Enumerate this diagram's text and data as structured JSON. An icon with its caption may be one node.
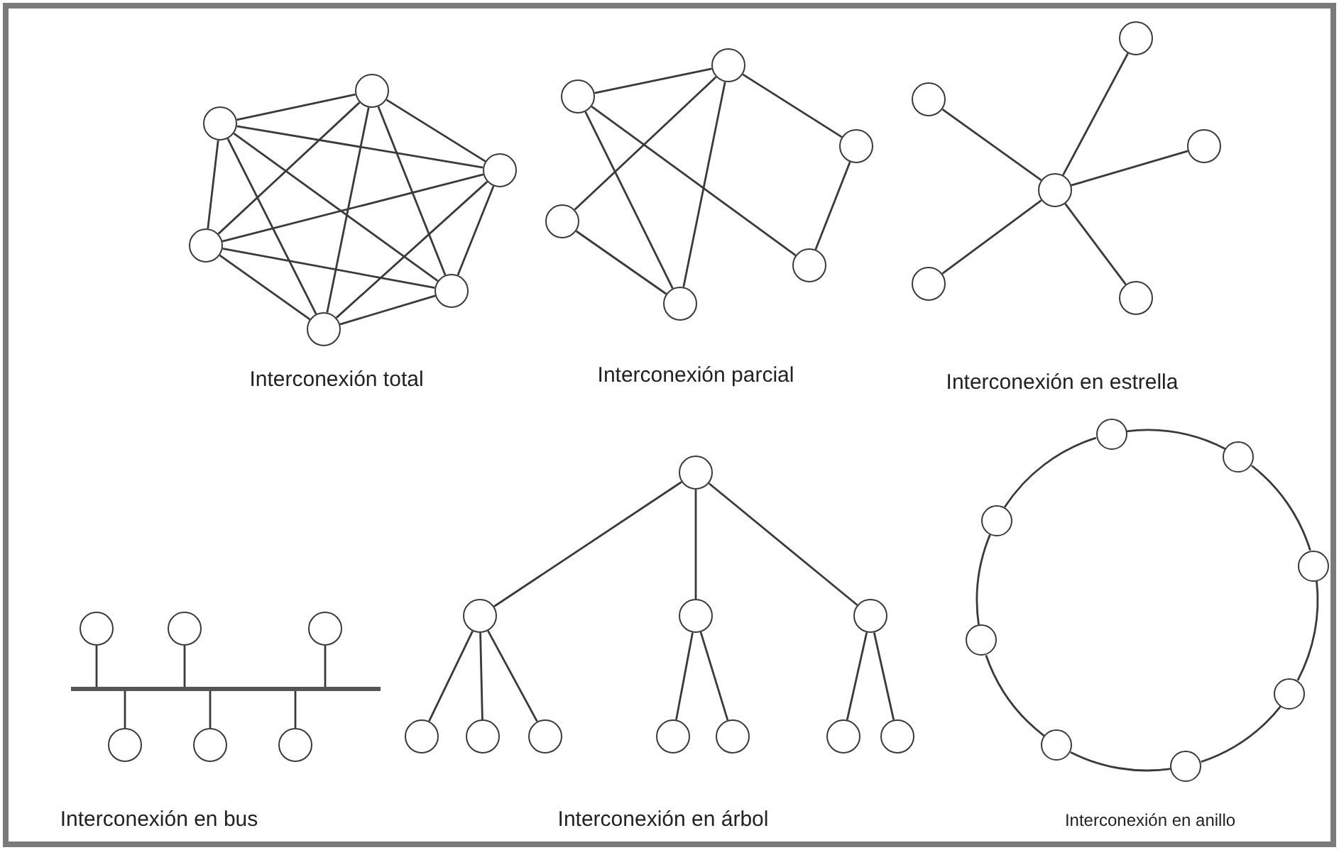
{
  "diagram": {
    "nodes": [
      {
        "text": [],
        "shape": "circle"
      },
      {
        "text": [],
        "shape": "circle"
      },
      {
        "text": [],
        "shape": "circle"
      },
      {
        "text": [],
        "shape": "circle"
      },
      {
        "text": [],
        "shape": "circle"
      },
      {
        "text": [],
        "shape": "circle"
      },
      {
        "text": [],
        "shape": "circle"
      },
      {
        "text": [],
        "shape": "circle"
      },
      {
        "text": [],
        "shape": "circle"
      },
      {
        "text": [],
        "shape": "circle"
      },
      {
        "text": [],
        "shape": "circle"
      },
      {
        "text": [],
        "shape": "circle"
      },
      {
        "text": [],
        "shape": "circle"
      },
      {
        "text": [],
        "shape": "circle"
      },
      {
        "text": [],
        "shape": "circle"
      },
      {
        "text": [],
        "shape": "circle"
      },
      {
        "text": [],
        "shape": "circle"
      },
      {
        "text": [],
        "shape": "circle"
      },
      {
        "text": [],
        "shape": "circle"
      },
      {
        "text": [],
        "shape": "circle"
      },
      {
        "text": [],
        "shape": "circle"
      },
      {
        "text": [],
        "shape": "bar"
      },
      {
        "text": [],
        "shape": "circle"
      },
      {
        "text": [],
        "shape": "circle"
      },
      {
        "text": [],
        "shape": "circle"
      },
      {
        "text": [],
        "shape": "circle"
      },
      {
        "text": [],
        "shape": "circle"
      },
      {
        "text": [],
        "shape": "circle"
      },
      {
        "text": [],
        "shape": "circle"
      },
      {
        "text": [],
        "shape": "circle"
      },
      {
        "text": [],
        "shape": "circle"
      },
      {
        "text": [],
        "shape": "circle"
      },
      {
        "text": [],
        "shape": "circle"
      },
      {
        "text": [],
        "shape": "circle"
      },
      {
        "text": [],
        "shape": "circle"
      },
      {
        "text": [],
        "shape": "circle"
      },
      {
        "text": [],
        "shape": "circle"
      },
      {
        "text": [],
        "shape": "circle"
      },
      {
        "text": [],
        "shape": "circle"
      },
      {
        "text": [],
        "shape": "circle"
      },
      {
        "text": [],
        "shape": "circle"
      },
      {
        "text": [],
        "shape": "circle"
      },
      {
        "text": [],
        "shape": "circle"
      },
      {
        "text": [],
        "shape": "circle"
      }
    ],
    "edges": [
      {
        "from": 0,
        "to": 1,
        "arrow": "none"
      },
      {
        "from": 0,
        "to": 2,
        "arrow": "none"
      },
      {
        "from": 0,
        "to": 3,
        "arrow": "none"
      },
      {
        "from": 0,
        "to": 4,
        "arrow": "none"
      },
      {
        "from": 0,
        "to": 5,
        "arrow": "none"
      },
      {
        "from": 1,
        "to": 2,
        "arrow": "none"
      },
      {
        "from": 1,
        "to": 3,
        "arrow": "none"
      },
      {
        "from": 1,
        "to": 4,
        "arrow": "none"
      },
      {
        "from": 1,
        "to": 5,
        "arrow": "none"
      },
      {
        "from": 2,
        "to": 3,
        "arrow": "none"
      },
      {
        "from": 2,
        "to": 4,
        "arrow": "none"
      },
      {
        "from": 2,
        "to": 5,
        "arrow": "none"
      },
      {
        "from": 3,
        "to": 4,
        "arrow": "none"
      },
      {
        "from": 3,
        "to": 5,
        "arrow": "none"
      },
      {
        "from": 4,
        "to": 5,
        "arrow": "none"
      },
      {
        "from": 6,
        "to": 7,
        "arrow": "none"
      },
      {
        "from": 7,
        "to": 8,
        "arrow": "none"
      },
      {
        "from": 8,
        "to": 10,
        "arrow": "none"
      },
      {
        "from": 6,
        "to": 11,
        "arrow": "none"
      },
      {
        "from": 6,
        "to": 10,
        "arrow": "none"
      },
      {
        "from": 7,
        "to": 9,
        "arrow": "none"
      },
      {
        "from": 7,
        "to": 11,
        "arrow": "none"
      },
      {
        "from": 9,
        "to": 11,
        "arrow": "none"
      },
      {
        "from": 15,
        "to": 12,
        "arrow": "none"
      },
      {
        "from": 15,
        "to": 13,
        "arrow": "none"
      },
      {
        "from": 15,
        "to": 14,
        "arrow": "none"
      },
      {
        "from": 15,
        "to": 16,
        "arrow": "none"
      },
      {
        "from": 15,
        "to": 17,
        "arrow": "none"
      },
      {
        "from": 18,
        "to": 21,
        "arrow": "none"
      },
      {
        "from": 19,
        "to": 21,
        "arrow": "none"
      },
      {
        "from": 20,
        "to": 21,
        "arrow": "none"
      },
      {
        "from": 22,
        "to": 21,
        "arrow": "none"
      },
      {
        "from": 23,
        "to": 21,
        "arrow": "none"
      },
      {
        "from": 24,
        "to": 21,
        "arrow": "none"
      },
      {
        "from": 25,
        "to": 26,
        "arrow": "none"
      },
      {
        "from": 25,
        "to": 27,
        "arrow": "none"
      },
      {
        "from": 25,
        "to": 28,
        "arrow": "none"
      },
      {
        "from": 26,
        "to": 29,
        "arrow": "none"
      },
      {
        "from": 26,
        "to": 30,
        "arrow": "none"
      },
      {
        "from": 26,
        "to": 31,
        "arrow": "none"
      },
      {
        "from": 27,
        "to": 32,
        "arrow": "none"
      },
      {
        "from": 27,
        "to": 33,
        "arrow": "none"
      },
      {
        "from": 28,
        "to": 34,
        "arrow": "none"
      },
      {
        "from": 28,
        "to": 35,
        "arrow": "none"
      },
      {
        "from": 36,
        "to": 37,
        "arrow": "none"
      },
      {
        "from": 37,
        "to": 38,
        "arrow": "none"
      },
      {
        "from": 38,
        "to": 39,
        "arrow": "none"
      },
      {
        "from": 39,
        "to": 40,
        "arrow": "none"
      },
      {
        "from": 40,
        "to": 41,
        "arrow": "none"
      },
      {
        "from": 41,
        "to": 42,
        "arrow": "none"
      },
      {
        "from": 42,
        "to": 43,
        "arrow": "none"
      },
      {
        "from": 43,
        "to": 36,
        "arrow": "none"
      }
    ],
    "labels": [
      "Interconexión total",
      "Interconexión parcial",
      "Interconexión en estrella",
      "Interconexión en bus",
      "Interconexión en árbol",
      "Interconexión en anillo"
    ]
  }
}
